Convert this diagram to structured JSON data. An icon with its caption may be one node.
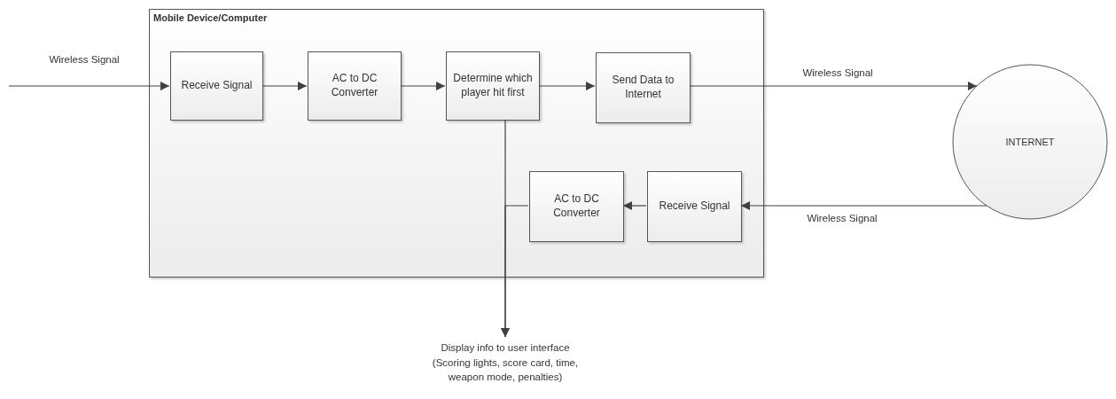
{
  "diagram": {
    "nodes": [
      {
        "text": [
          "Mobile Device/Computer"
        ]
      },
      {
        "text": [
          "Receive Signal"
        ],
        "in": 0
      },
      {
        "text": [
          "AC to DC Converter"
        ],
        "in": 0
      },
      {
        "text": [
          "Determine which player hit first"
        ],
        "in": 0
      },
      {
        "text": [
          "Send Data to Internet"
        ],
        "in": 0
      },
      {
        "text": [
          "Receive Signal"
        ],
        "in": 0
      },
      {
        "text": [
          "AC to DC Converter"
        ],
        "in": 0
      },
      {
        "text": [
          "INTERNET"
        ]
      },
      {
        "text": [
          "Display info to user interface",
          "(Scoring lights, score card, time, weapon mode, penalties)"
        ]
      }
    ],
    "edges": [
      {
        "from": null,
        "to": 1,
        "arrow": "to",
        "label": "Wireless Signal"
      },
      {
        "from": 1,
        "to": 2,
        "arrow": "to"
      },
      {
        "from": 2,
        "to": 3,
        "arrow": "to"
      },
      {
        "from": 3,
        "to": 4,
        "arrow": "to"
      },
      {
        "from": 4,
        "to": 7,
        "arrow": "to",
        "label": "Wireless Signal"
      },
      {
        "from": 7,
        "to": 5,
        "arrow": "to",
        "label": "Wireless Signal"
      },
      {
        "from": 5,
        "to": 6,
        "arrow": "to"
      },
      {
        "from": 3,
        "to": 8,
        "arrow": "to"
      },
      {
        "from": 6,
        "to": 8,
        "arrow": "to"
      }
    ]
  }
}
